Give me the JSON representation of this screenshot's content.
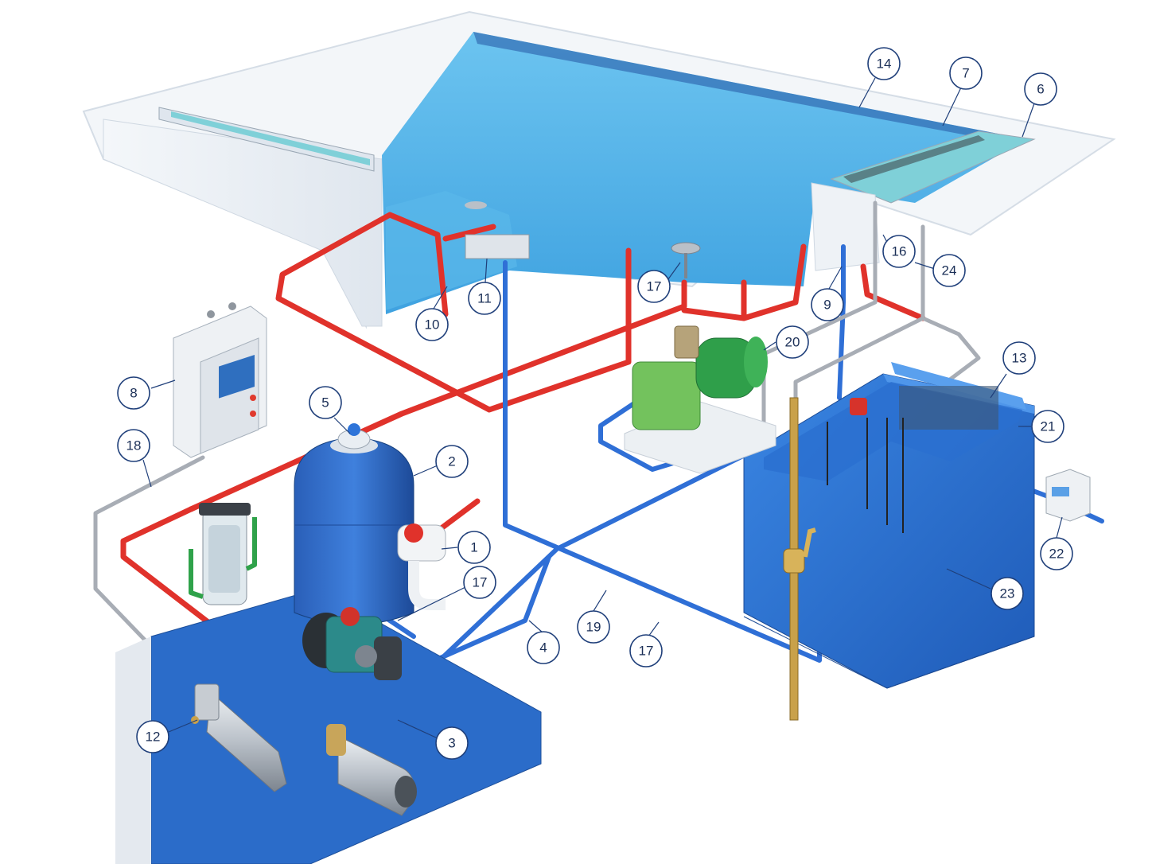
{
  "colors": {
    "pipe_supply": "#e0322b",
    "pipe_return": "#2f6fd6",
    "pipe_drain": "#a8adb5",
    "water": "#4fb3ea",
    "tank": "#2a6fd0",
    "platform": "#2b6cc9",
    "pump_green": "#6fbf5a",
    "callout_stroke": "#1f3f7a"
  },
  "callouts": [
    {
      "id": "c1",
      "label": "1"
    },
    {
      "id": "c2",
      "label": "2"
    },
    {
      "id": "c3",
      "label": "3"
    },
    {
      "id": "c4",
      "label": "4"
    },
    {
      "id": "c5",
      "label": "5"
    },
    {
      "id": "c6",
      "label": "6"
    },
    {
      "id": "c7",
      "label": "7"
    },
    {
      "id": "c8",
      "label": "8"
    },
    {
      "id": "c9",
      "label": "9"
    },
    {
      "id": "c10",
      "label": "10"
    },
    {
      "id": "c11",
      "label": "11"
    },
    {
      "id": "c12",
      "label": "12"
    },
    {
      "id": "c13",
      "label": "13"
    },
    {
      "id": "c14",
      "label": "14"
    },
    {
      "id": "c16",
      "label": "16"
    },
    {
      "id": "c17a",
      "label": "17"
    },
    {
      "id": "c17b",
      "label": "17"
    },
    {
      "id": "c17c",
      "label": "17"
    },
    {
      "id": "c18",
      "label": "18"
    },
    {
      "id": "c19",
      "label": "19"
    },
    {
      "id": "c20",
      "label": "20"
    },
    {
      "id": "c21",
      "label": "21"
    },
    {
      "id": "c22",
      "label": "22"
    },
    {
      "id": "c23",
      "label": "23"
    },
    {
      "id": "c24",
      "label": "24"
    }
  ]
}
